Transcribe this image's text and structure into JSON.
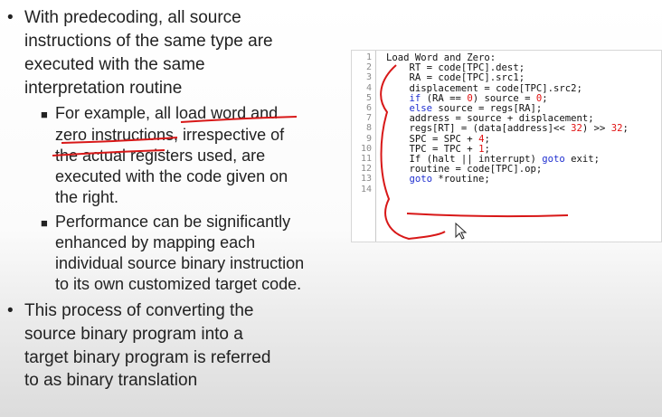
{
  "bullets": [
    {
      "lines": [
        "With predecoding, all source",
        "instructions of the same type are",
        "executed with the same",
        "interpretation routine"
      ],
      "sub": [
        {
          "lines": [
            "For example, all load word and",
            "zero instructions, irrespective of",
            "the actual registers used, are",
            "executed with the code given on",
            "the right."
          ]
        },
        {
          "lines": [
            "Performance can be significantly",
            "enhanced by mapping each",
            "individual source binary instruction",
            "to its own customized target code."
          ]
        }
      ]
    },
    {
      "lines": [
        "This process of converting the",
        "source binary program into a",
        "target binary program is referred",
        "to as binary translation"
      ]
    }
  ],
  "code": {
    "line_numbers": [
      "1",
      "2",
      "3",
      "4",
      "5",
      "6",
      "7",
      "8",
      "9",
      "10",
      "11",
      "12",
      "13",
      "14"
    ],
    "lines": [
      "Load Word and Zero:",
      "    RT = code[TPC].dest;",
      "    RA = code[TPC].src1;",
      "    displacement = code[TPC].src2;",
      "    if (RA == 0) source = 0;",
      "    else source = regs[RA];",
      "    address = source + displacement;",
      "    regs[RT] = (data[address]<< 32) >> 32;",
      "    SPC = SPC + 4;",
      "    TPC = TPC + 1;",
      "    If (halt || interrupt) goto exit;",
      "    routine = code[TPC].op;",
      "    goto *routine;",
      ""
    ]
  },
  "colors": {
    "keyword": "#1f2fd0",
    "number": "#e01010",
    "annotation": "#d81818"
  }
}
